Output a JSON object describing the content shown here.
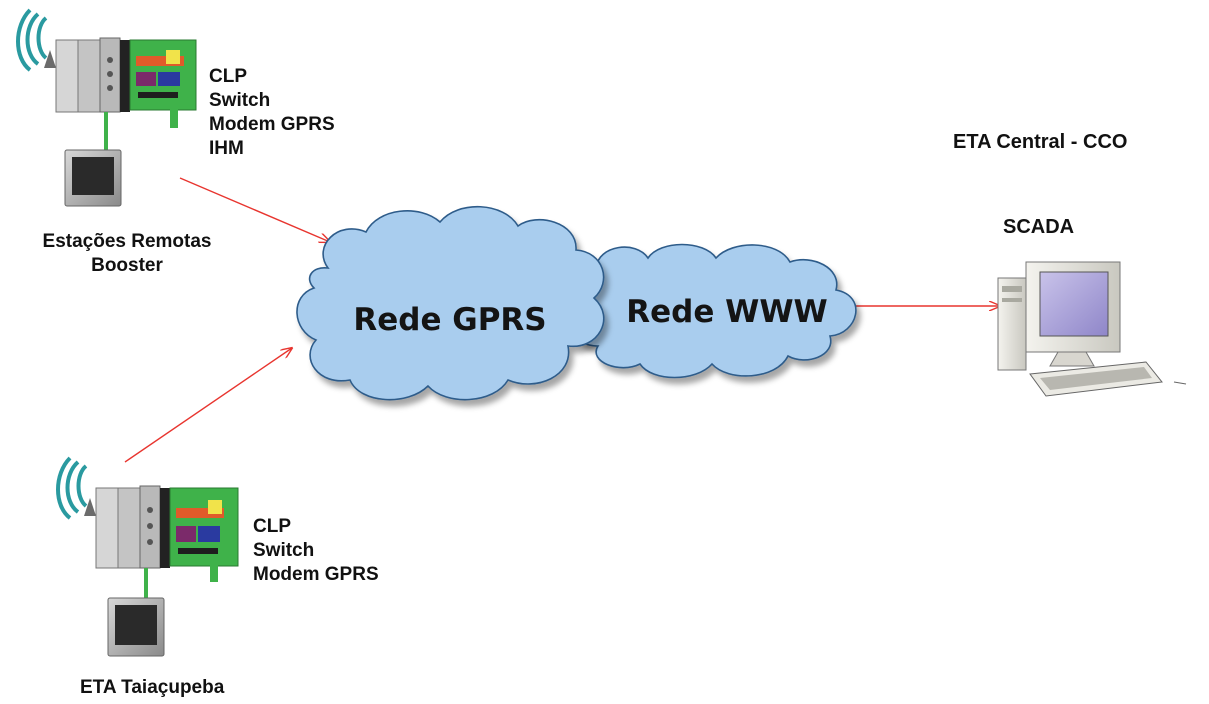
{
  "remote_stations": {
    "components": [
      "CLP",
      "Switch",
      "Modem GPRS",
      "IHM"
    ],
    "caption": [
      "Estações Remotas",
      "Booster"
    ]
  },
  "eta_taiacupeba": {
    "components": [
      "CLP",
      "Switch",
      "Modem GPRS"
    ],
    "caption": "ETA Taiaçupeba"
  },
  "central": {
    "title": "ETA Central - CCO",
    "scada_label": "SCADA"
  },
  "networks": {
    "gprs": "Rede GPRS",
    "www": "Rede WWW"
  },
  "colors": {
    "arrow": "#e8352f",
    "cloud_fill": "#a9cdee",
    "cloud_stroke": "#2e5c8a",
    "plc_green": "#3fb24a"
  }
}
